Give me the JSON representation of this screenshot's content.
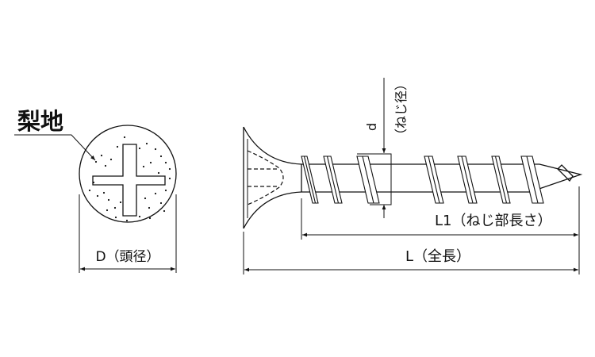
{
  "head_view": {
    "finish_label": "梨地",
    "diameter_label": "D（頭径）"
  },
  "side_view": {
    "thread_diameter_symbol": "d",
    "thread_diameter_label": "（ねじ径）",
    "thread_length_label": "L1（ねじ部長さ）",
    "total_length_label": "L（全長）"
  },
  "colors": {
    "line": "#111111",
    "background": "#ffffff"
  }
}
